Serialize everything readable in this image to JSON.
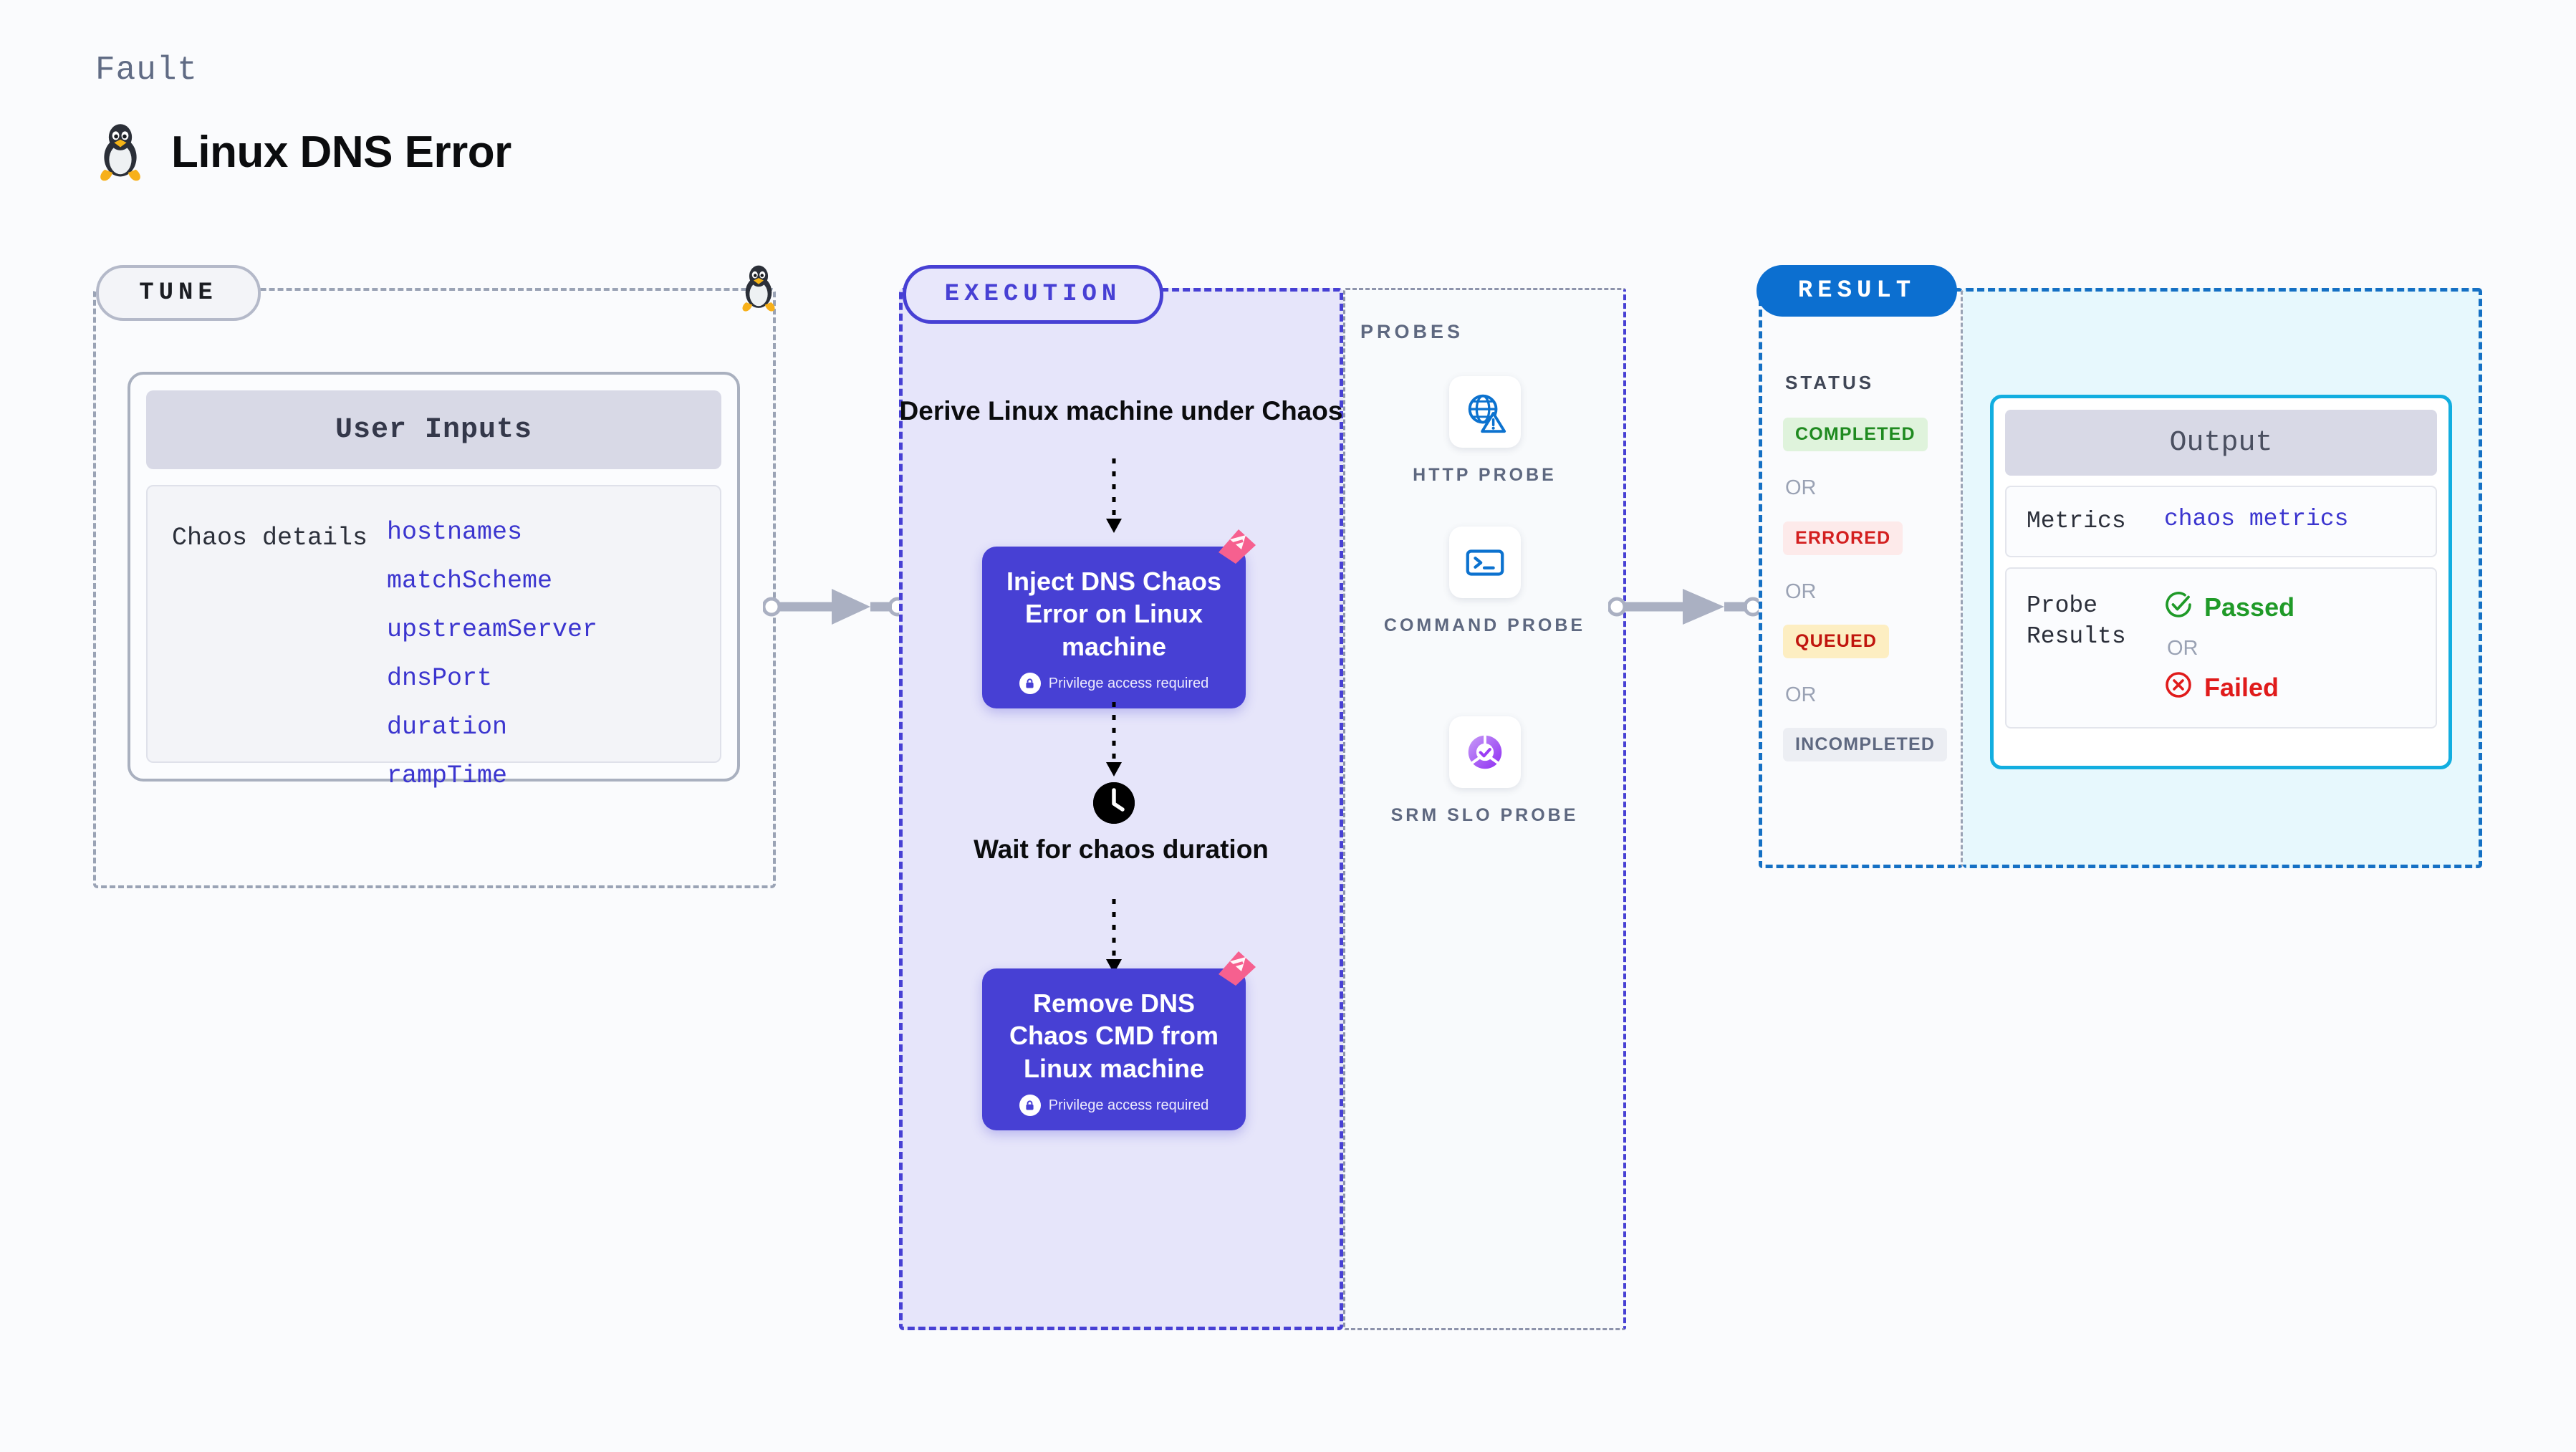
{
  "header": {
    "eyebrow": "Fault",
    "title": "Linux DNS Error",
    "icon": "linux-penguin-icon"
  },
  "tune": {
    "badge": "TUNE",
    "marker_icon": "linux-penguin-icon",
    "card_title": "User Inputs",
    "details_label": "Chaos details",
    "fields": [
      "hostnames",
      "matchScheme",
      "upstreamServer",
      "dnsPort",
      "duration",
      "rampTime"
    ]
  },
  "execution": {
    "badge": "EXECUTION",
    "step_derive": "Derive Linux machine under Chaos",
    "inject_card": {
      "title": "Inject DNS Chaos Error on Linux machine",
      "note": "Privilege access required",
      "note_icon": "lock-icon",
      "flag_icon": "fault-flag-icon"
    },
    "wait_step": {
      "icon": "clock-icon",
      "label": "Wait for chaos duration"
    },
    "remove_card": {
      "title": "Remove DNS Chaos CMD from Linux machine",
      "note": "Privilege access required",
      "note_icon": "lock-icon",
      "flag_icon": "fault-flag-icon"
    }
  },
  "probes": {
    "label": "PROBES",
    "items": [
      {
        "caption": "HTTP PROBE",
        "icon": "globe-warning-icon"
      },
      {
        "caption": "COMMAND PROBE",
        "icon": "terminal-icon"
      },
      {
        "caption": "SRM SLO PROBE",
        "icon": "slo-donut-check-icon"
      }
    ]
  },
  "result": {
    "badge": "RESULT",
    "status_label": "STATUS",
    "or_text": "OR",
    "statuses": [
      {
        "text": "COMPLETED",
        "color": "#1f8a20",
        "bg": "#dff3dc"
      },
      {
        "text": "ERRORED",
        "color": "#d31f1f",
        "bg": "#fdeaea"
      },
      {
        "text": "QUEUED",
        "color": "#c0150e",
        "bg": "#fdeec2"
      },
      {
        "text": "INCOMPLETED",
        "color": "#5e6880",
        "bg": "#eceef3"
      }
    ],
    "output": {
      "header": "Output",
      "metrics_label": "Metrics",
      "metrics_value": "chaos metrics",
      "probe_results_label": "Probe Results",
      "passed": "Passed",
      "failed": "Failed",
      "passed_icon": "check-circle-icon",
      "failed_icon": "x-circle-icon",
      "or_text": "OR",
      "passed_color": "#1f9a28",
      "failed_color": "#e01b1b"
    }
  },
  "connectors": {
    "tune_to_execution": "arrow-right",
    "probes_to_result": "arrow-right"
  },
  "colors": {
    "accent_purple": "#4740d4",
    "accent_blue": "#0c6fd0",
    "accent_cyan": "#12aee0",
    "flag_pink": "#f6608f"
  }
}
